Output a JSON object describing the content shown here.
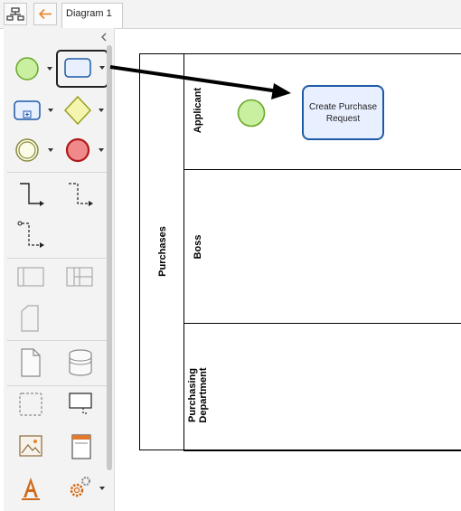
{
  "tabs": {
    "diagram_title": "Diagram 1"
  },
  "icons": {
    "tree": "sitemap-icon",
    "back": "arrow-left-icon",
    "collapse": "chevron-left-icon"
  },
  "palette": {
    "tools": [
      "start-event-icon",
      "task-icon",
      "subprocess-icon",
      "gateway-icon",
      "intermediate-event-icon",
      "end-event-icon",
      "sequence-flow-icon",
      "message-flow-icon",
      "association-icon",
      "pool-icon",
      "lane-grid-icon",
      "data-object-icon",
      "document-icon",
      "data-store-icon",
      "group-icon",
      "annotation-icon",
      "image-icon",
      "frame-icon",
      "text-icon",
      "settings-icon"
    ]
  },
  "pool": {
    "name": "Purchases",
    "lanes": [
      "Applicant",
      "Boss",
      "Purchasing Department"
    ]
  },
  "task": {
    "label_line1": "Create Purchase",
    "label_line2": "Request"
  },
  "colors": {
    "start_event": "#c8f0a0",
    "start_event_stroke": "#6aa82a",
    "task_fill": "#e8efff",
    "task_stroke": "#1e5aa8",
    "end_event": "#f08a8a",
    "gateway": "#f5f5b0",
    "accent": "#e8862a"
  }
}
